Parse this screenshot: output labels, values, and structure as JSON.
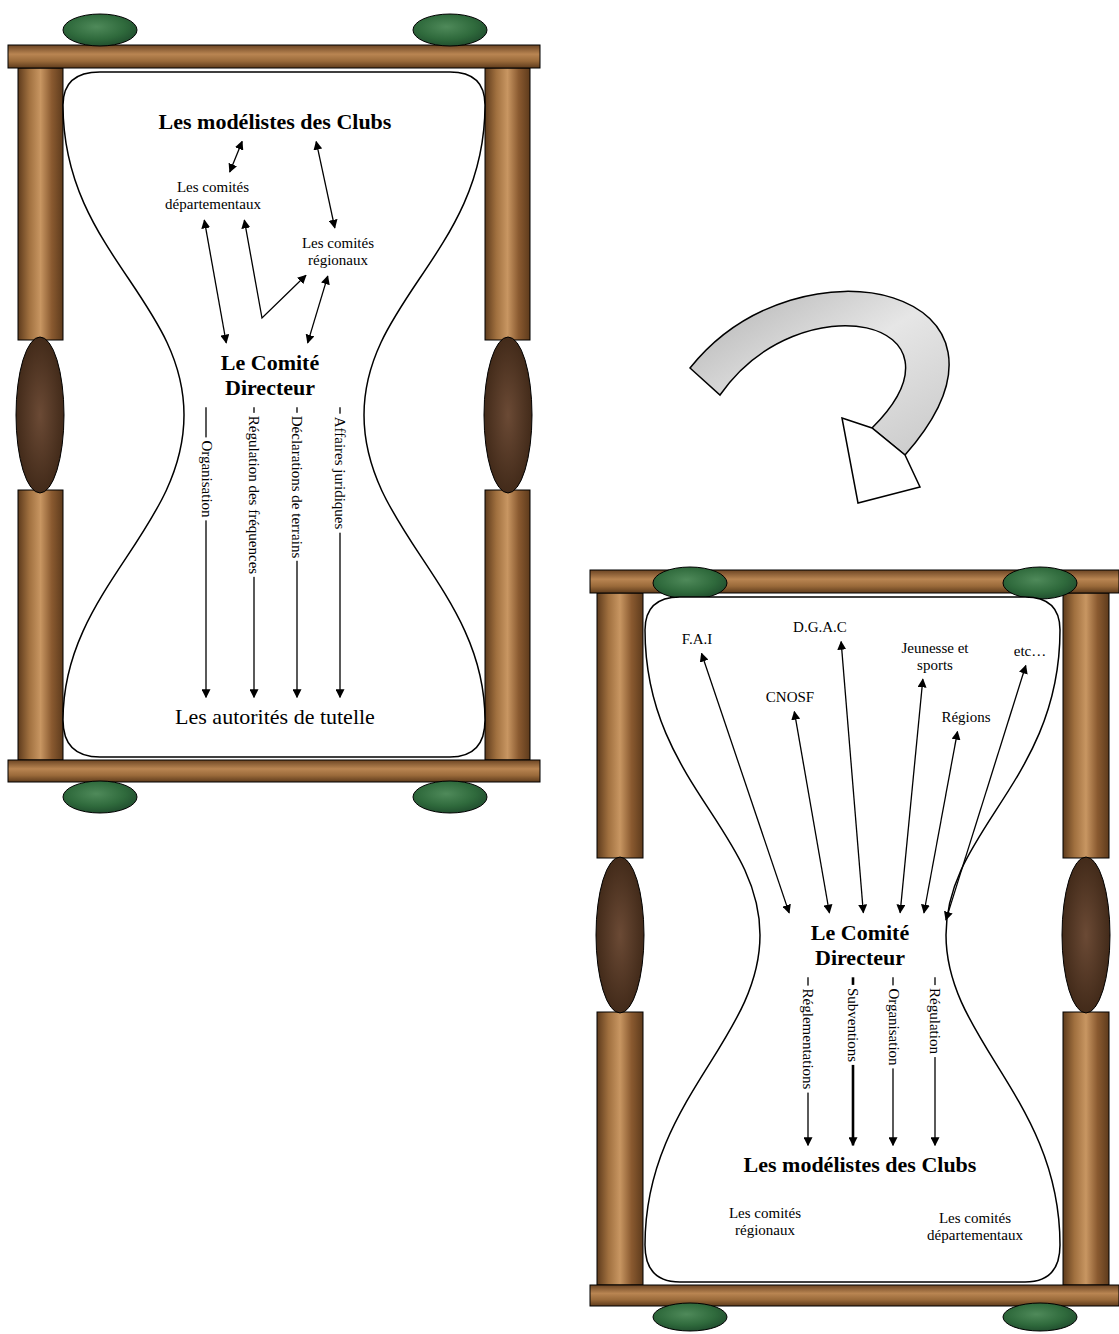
{
  "diagram": {
    "nodes": [
      {
        "text": [
          "Les modélistes des Clubs"
        ]
      },
      {
        "text": [
          "Les comités départementaux"
        ]
      },
      {
        "text": [
          "Les comités régionaux"
        ]
      },
      {
        "text": [
          "Le Comité Directeur"
        ]
      },
      {
        "text": [
          "Les autorités de tutelle"
        ]
      },
      {
        "text": [
          "F.A.I"
        ]
      },
      {
        "text": [
          "D.G.A.C"
        ]
      },
      {
        "text": [
          "Jeunesse et sports"
        ]
      },
      {
        "text": [
          "etc…"
        ]
      },
      {
        "text": [
          "CNOSF"
        ]
      },
      {
        "text": [
          "Régions"
        ]
      },
      {
        "text": [
          "Le Comité Directeur"
        ]
      },
      {
        "text": [
          "Les modélistes des Clubs"
        ]
      },
      {
        "text": [
          "Les comités régionaux"
        ]
      },
      {
        "text": [
          "Les comités départementaux"
        ]
      }
    ],
    "edges": [
      {
        "from": 0,
        "to": 1,
        "arrow": "both"
      },
      {
        "from": 0,
        "to": 2,
        "arrow": "both"
      },
      {
        "from": 1,
        "to": 3,
        "arrow": "both"
      },
      {
        "from": 1,
        "to": 2,
        "arrow": "both"
      },
      {
        "from": 2,
        "to": 3,
        "arrow": "both"
      },
      {
        "from": 3,
        "to": 4,
        "label": "Organisation",
        "arrow": "to"
      },
      {
        "from": 3,
        "to": 4,
        "label": "Régulation des fréquences",
        "arrow": "to"
      },
      {
        "from": 3,
        "to": 4,
        "label": "Déclarations de terrains",
        "arrow": "to"
      },
      {
        "from": 3,
        "to": 4,
        "label": "Affaires juridiques",
        "arrow": "to"
      },
      {
        "from": 5,
        "to": 11,
        "arrow": "both"
      },
      {
        "from": 9,
        "to": 11,
        "arrow": "both"
      },
      {
        "from": 6,
        "to": 11,
        "arrow": "both"
      },
      {
        "from": 7,
        "to": 11,
        "arrow": "both"
      },
      {
        "from": 10,
        "to": 11,
        "arrow": "both"
      },
      {
        "from": 8,
        "to": 11,
        "arrow": "both"
      },
      {
        "from": 11,
        "to": 12,
        "label": "Réglementations",
        "arrow": "to"
      },
      {
        "from": 11,
        "to": 12,
        "label": "Subventions",
        "arrow": "to"
      },
      {
        "from": 11,
        "to": 12,
        "label": "Organisation",
        "arrow": "to"
      },
      {
        "from": 11,
        "to": 12,
        "label": "Régulation",
        "arrow": "to"
      }
    ]
  }
}
